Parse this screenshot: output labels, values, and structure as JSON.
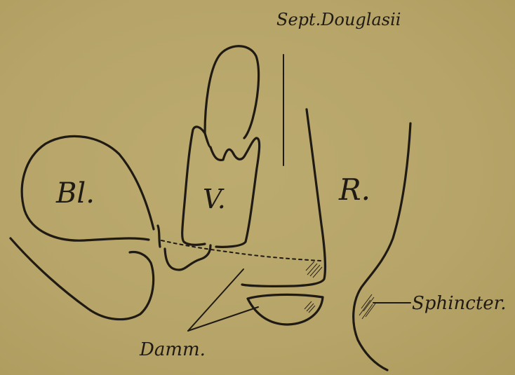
{
  "labels": {
    "sept_douglasii": "Sept.Douglasii",
    "bladder": "Bl.",
    "vagina": "V.",
    "rectum": "R.",
    "sphincter": "Sphincter.",
    "damm": "Damm."
  },
  "colors": {
    "paper": "#b8a66a",
    "ink": "#1f1a14"
  }
}
